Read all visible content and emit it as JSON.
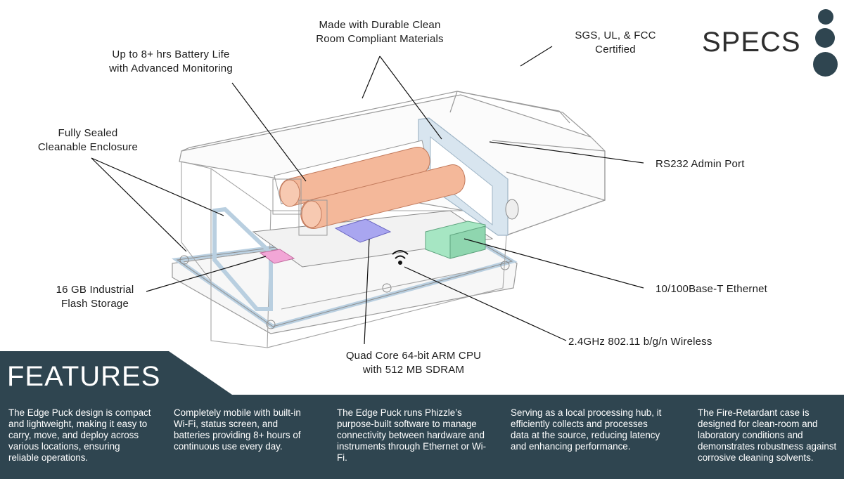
{
  "specs": {
    "title": "SPECS"
  },
  "callouts": {
    "clean_room": "Made with Durable Clean\nRoom Compliant Materials",
    "battery": "Up to 8+ hrs Battery Life\nwith Advanced Monitoring",
    "certified": "SGS, UL, & FCC\nCertified",
    "enclosure": "Fully Sealed\nCleanable Enclosure",
    "rs232": "RS232 Admin Port",
    "storage": "16 GB Industrial\nFlash Storage",
    "ethernet": "10/100Base-T Ethernet",
    "wireless": "2.4GHz 802.11 b/g/n Wireless",
    "cpu": "Quad Core 64-bit ARM CPU\nwith 512 MB SDRAM"
  },
  "features": {
    "title": "FEATURES",
    "items": [
      "The Edge Puck design is compact and lightweight, making it easy to carry, move, and deploy across various locations, ensuring reliable operations.",
      "Completely mobile with built-in Wi-Fi, status screen, and batteries providing 8+ hours of continuous use every day.",
      "The Edge Puck runs Phizzle’s purpose-built software to manage connectivity between hardware and instruments through Ethernet or Wi-Fi.",
      "Serving as a local processing hub, it efficiently collects and processes data at the source, reducing latency and enhancing performance.",
      "The Fire-Retardant case is designed for clean-room and laboratory conditions and demonstrates robustness against corrosive cleaning solvents."
    ]
  },
  "colors": {
    "panel": "#2f4550",
    "battery": "#f4b89a",
    "gasket": "#b9cfe0",
    "cpu": "#a9a6f0",
    "ethernet": "#a6e6c3",
    "flash": "#f2a6d6"
  }
}
